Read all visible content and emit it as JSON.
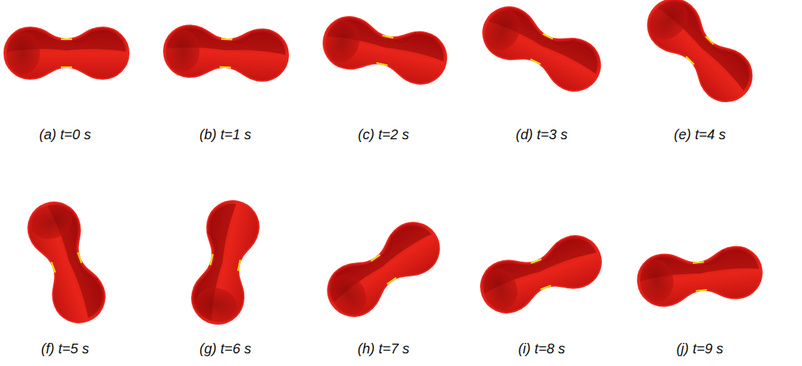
{
  "diagram": {
    "labels": [
      "(a) t=0 s",
      "(b) t=1 s",
      "(c) t=2 s",
      "(d) t=3 s",
      "(e) t=4 s",
      "(f) t=5 s",
      "(g) t=6 s",
      "(h) t=7 s",
      "(i) t=8 s",
      "(j) t=9 s"
    ]
  }
}
